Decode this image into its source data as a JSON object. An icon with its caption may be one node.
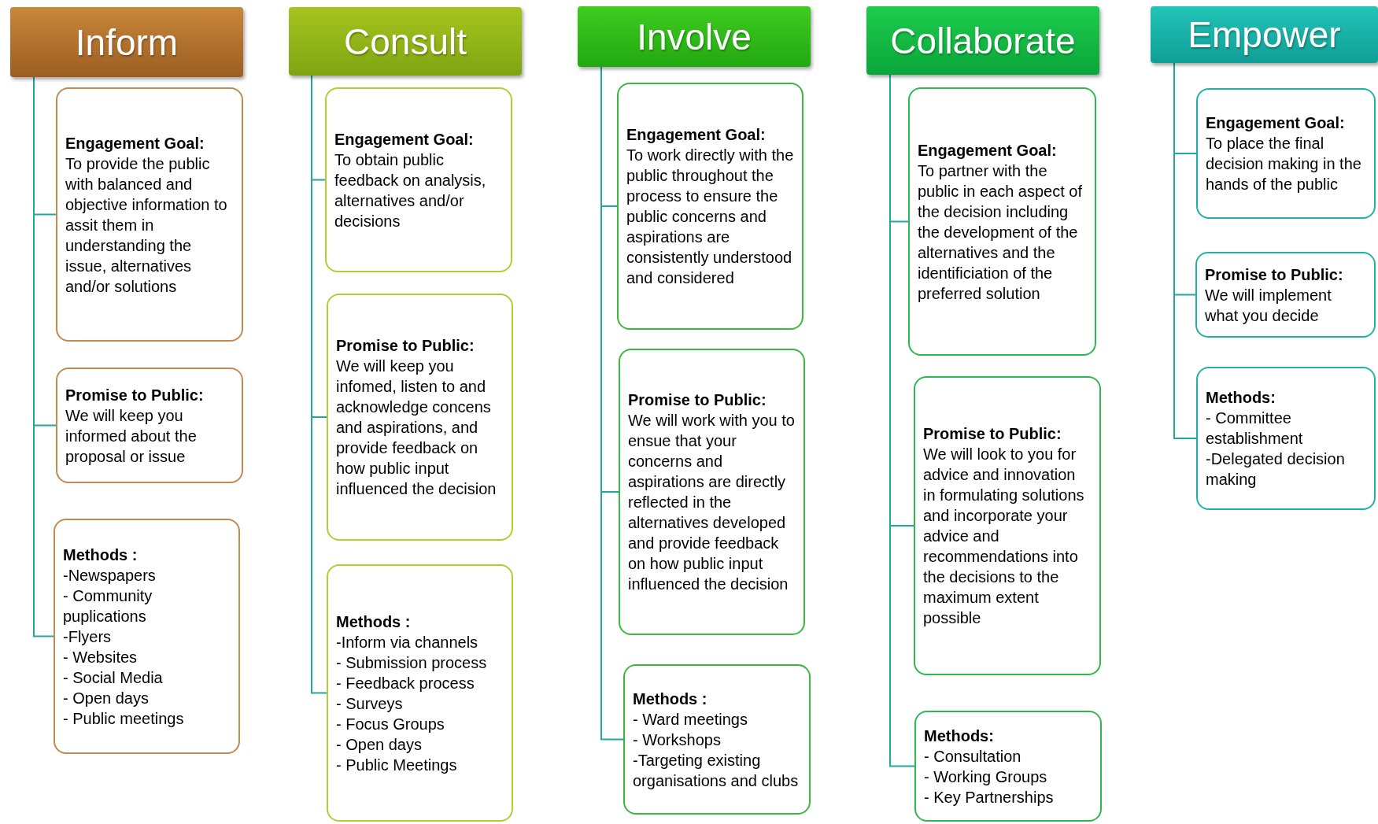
{
  "diagram": {
    "nodes": [
      {
        "text": [
          "Inform"
        ]
      },
      {
        "text": [
          "Engagement Goal:",
          "To provide the public with balanced and objective information to assit them in understanding the issue, alternatives and/or solutions"
        ]
      },
      {
        "text": [
          "Promise to Public:",
          "We will keep you informed about the proposal or issue"
        ]
      },
      {
        "text": [
          "Methods :",
          "-Newspapers",
          "- Community puplications",
          "-Flyers",
          "- Websites",
          "- Social Media",
          "- Open days",
          "- Public meetings"
        ]
      },
      {
        "text": [
          "Consult"
        ]
      },
      {
        "text": [
          "Engagement Goal:",
          "To obtain public feedback on analysis, alternatives and/or decisions"
        ]
      },
      {
        "text": [
          "Promise to Public:",
          "We will keep you infomed, listen to and acknowledge concens and aspirations, and provide  feedback on how public input influenced the decision"
        ]
      },
      {
        "text": [
          "Methods :",
          "-Inform via channels",
          "- Submission process",
          "- Feedback process",
          "- Surveys",
          "- Focus Groups",
          "- Open days",
          "- Public Meetings"
        ]
      },
      {
        "text": [
          "Involve"
        ]
      },
      {
        "text": [
          "Engagement Goal:",
          "To work directly with the public throughout the process to ensure the public concerns and aspirations are consistently understood and considered"
        ]
      },
      {
        "text": [
          "Promise to Public:",
          "We will work with you to ensue that your concerns and aspirations are directly reflected in the alternatives developed and provide feedback on how public input influenced the decision"
        ]
      },
      {
        "text": [
          "Methods :",
          "- Ward meetings",
          "- Workshops",
          "-Targeting existing organisations and clubs"
        ]
      },
      {
        "text": [
          "Collaborate"
        ]
      },
      {
        "text": [
          "Engagement Goal:",
          "To partner with the public in each aspect of the decision including the development of the alternatives and the identificiation of the preferred solution"
        ]
      },
      {
        "text": [
          "Promise to Public:",
          "We will look to you for advice and innovation in formulating solutions and incorporate your advice and recommendations into the decisions to the maximum extent possible"
        ]
      },
      {
        "text": [
          "Methods:",
          "- Consultation",
          "- Working Groups",
          "- Key Partnerships"
        ]
      },
      {
        "text": [
          "Empower"
        ]
      },
      {
        "text": [
          "Engagement Goal:",
          "To place the final decision making in the hands of the public"
        ]
      },
      {
        "text": [
          "Promise to Public:",
          "We will implement what you decide"
        ]
      },
      {
        "text": [
          "Methods:",
          "- Committee establishment",
          "-Delegated decision making"
        ]
      }
    ],
    "edges": [
      {
        "from": 0,
        "to": 1,
        "arrow": "none"
      },
      {
        "from": 0,
        "to": 2,
        "arrow": "none"
      },
      {
        "from": 0,
        "to": 3,
        "arrow": "none"
      },
      {
        "from": 4,
        "to": 5,
        "arrow": "none"
      },
      {
        "from": 4,
        "to": 6,
        "arrow": "none"
      },
      {
        "from": 4,
        "to": 7,
        "arrow": "none"
      },
      {
        "from": 8,
        "to": 9,
        "arrow": "none"
      },
      {
        "from": 8,
        "to": 10,
        "arrow": "none"
      },
      {
        "from": 8,
        "to": 11,
        "arrow": "none"
      },
      {
        "from": 12,
        "to": 13,
        "arrow": "none"
      },
      {
        "from": 12,
        "to": 14,
        "arrow": "none"
      },
      {
        "from": 12,
        "to": 15,
        "arrow": "none"
      },
      {
        "from": 16,
        "to": 17,
        "arrow": "none"
      },
      {
        "from": 16,
        "to": 18,
        "arrow": "none"
      },
      {
        "from": 16,
        "to": 19,
        "arrow": "none"
      }
    ]
  }
}
